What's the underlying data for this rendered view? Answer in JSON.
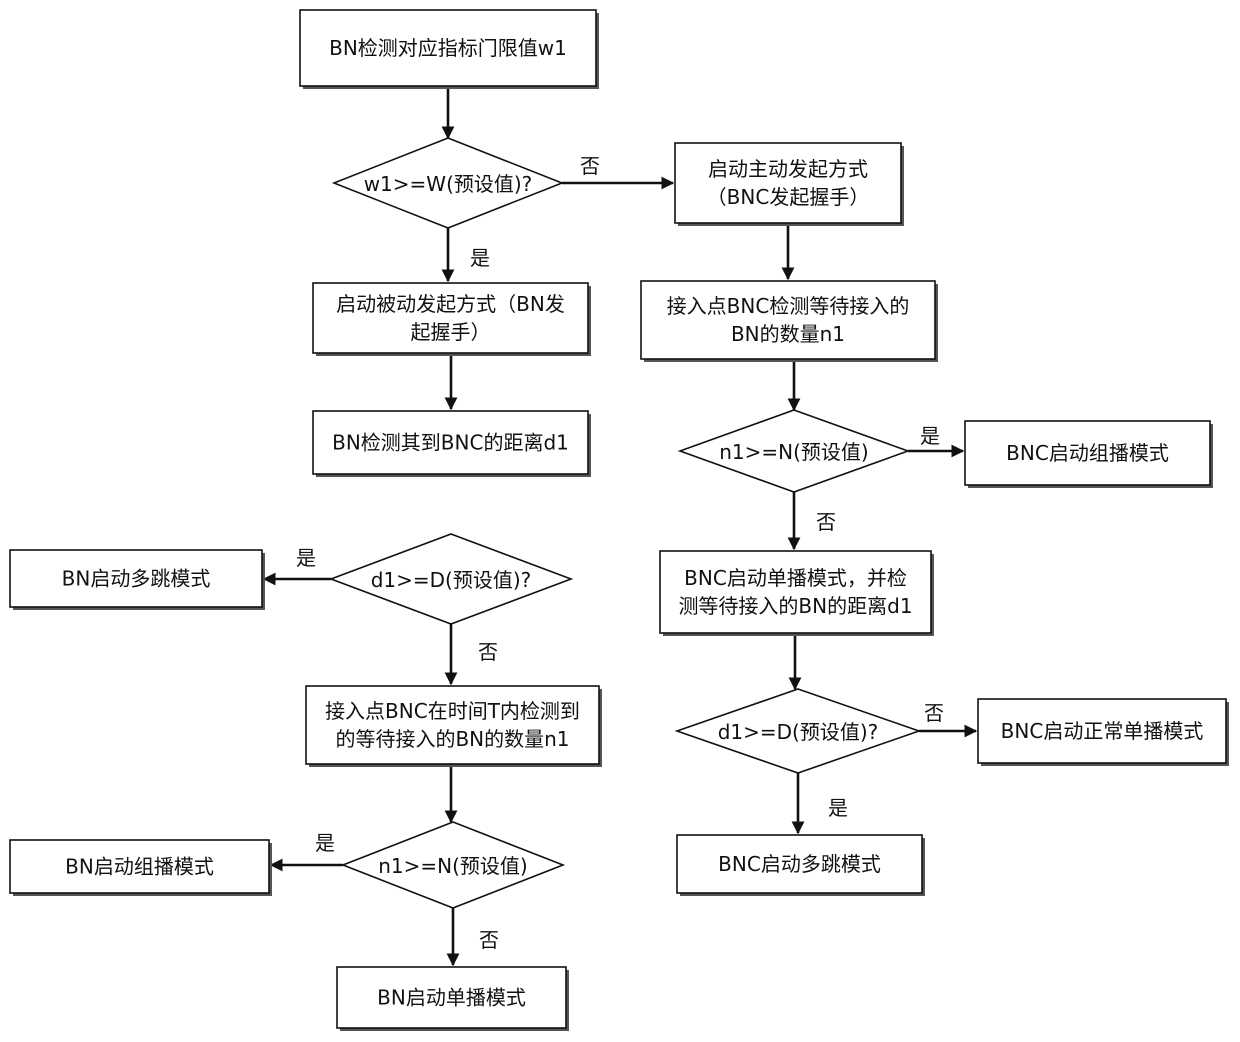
{
  "nodes": {
    "n1": {
      "lines": [
        "BN检测对应指标门限值w1"
      ]
    },
    "d_w": {
      "lines": [
        "w1>=W(预设值)?"
      ]
    },
    "n_active": {
      "lines": [
        "启动主动发起方式",
        "（BNC发起握手）"
      ]
    },
    "n_passive": {
      "lines": [
        "启动被动发起方式（BN发",
        "起握手）"
      ]
    },
    "n_bn_dist": {
      "lines": [
        "BN检测其到BNC的距离d1"
      ]
    },
    "n_bnc_count": {
      "lines": [
        "接入点BNC检测等待接入的",
        "BN的数量n1"
      ]
    },
    "d_n_right": {
      "lines": [
        "n1>=N(预设值)"
      ]
    },
    "n_bnc_multicast": {
      "lines": [
        "BNC启动组播模式"
      ]
    },
    "d_d_left": {
      "lines": [
        "d1>=D(预设值)?"
      ]
    },
    "n_bn_multihop": {
      "lines": [
        "BN启动多跳模式"
      ]
    },
    "n_bnc_unicast": {
      "lines": [
        "BNC启动单播模式，并检",
        "测等待接入的BN的距离d1"
      ]
    },
    "n_bnc_count_t": {
      "lines": [
        "接入点BNC在时间T内检测到",
        "的等待接入的BN的数量n1"
      ]
    },
    "d_d_right": {
      "lines": [
        "d1>=D(预设值)?"
      ]
    },
    "n_bnc_normal": {
      "lines": [
        "BNC启动正常单播模式"
      ]
    },
    "d_n_left": {
      "lines": [
        "n1>=N(预设值)"
      ]
    },
    "n_bn_multicast": {
      "lines": [
        "BN启动组播模式"
      ]
    },
    "n_bnc_multihop": {
      "lines": [
        "BNC启动多跳模式"
      ]
    },
    "n_bn_unicast": {
      "lines": [
        "BN启动单播模式"
      ]
    }
  },
  "edges": [
    {
      "id": "e1",
      "label": ""
    },
    {
      "id": "e2",
      "label": "否"
    },
    {
      "id": "e3",
      "label": "是"
    },
    {
      "id": "e4",
      "label": ""
    },
    {
      "id": "e5",
      "label": ""
    },
    {
      "id": "e6",
      "label": ""
    },
    {
      "id": "e7",
      "label": "是"
    },
    {
      "id": "e8",
      "label": "否"
    },
    {
      "id": "e9",
      "label": "是"
    },
    {
      "id": "e10",
      "label": "否"
    },
    {
      "id": "e11",
      "label": ""
    },
    {
      "id": "e12",
      "label": "否"
    },
    {
      "id": "e13",
      "label": "是"
    },
    {
      "id": "e14",
      "label": ""
    },
    {
      "id": "e15",
      "label": "是"
    },
    {
      "id": "e16",
      "label": "否"
    }
  ]
}
